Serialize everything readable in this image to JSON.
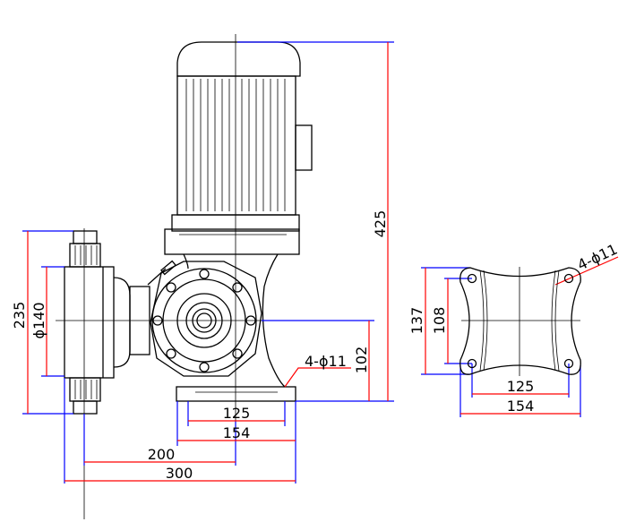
{
  "front_view": {
    "dim_height_total": "425",
    "dim_center_height": "102",
    "dim_valve_span": "235",
    "dim_head_diameter": "ϕ140",
    "dim_base_holes": "125",
    "dim_base_width": "154",
    "dim_center_offset": "200",
    "dim_total_width": "300",
    "hole_callout": "4-ϕ11"
  },
  "base_view": {
    "dim_depth": "137",
    "dim_hole_depth": "108",
    "dim_hole_width": "125",
    "dim_width": "154",
    "hole_callout": "4-ϕ11"
  },
  "colors": {
    "outline": "#000000",
    "extension": "#0000ff",
    "dimension": "#ff0000"
  }
}
